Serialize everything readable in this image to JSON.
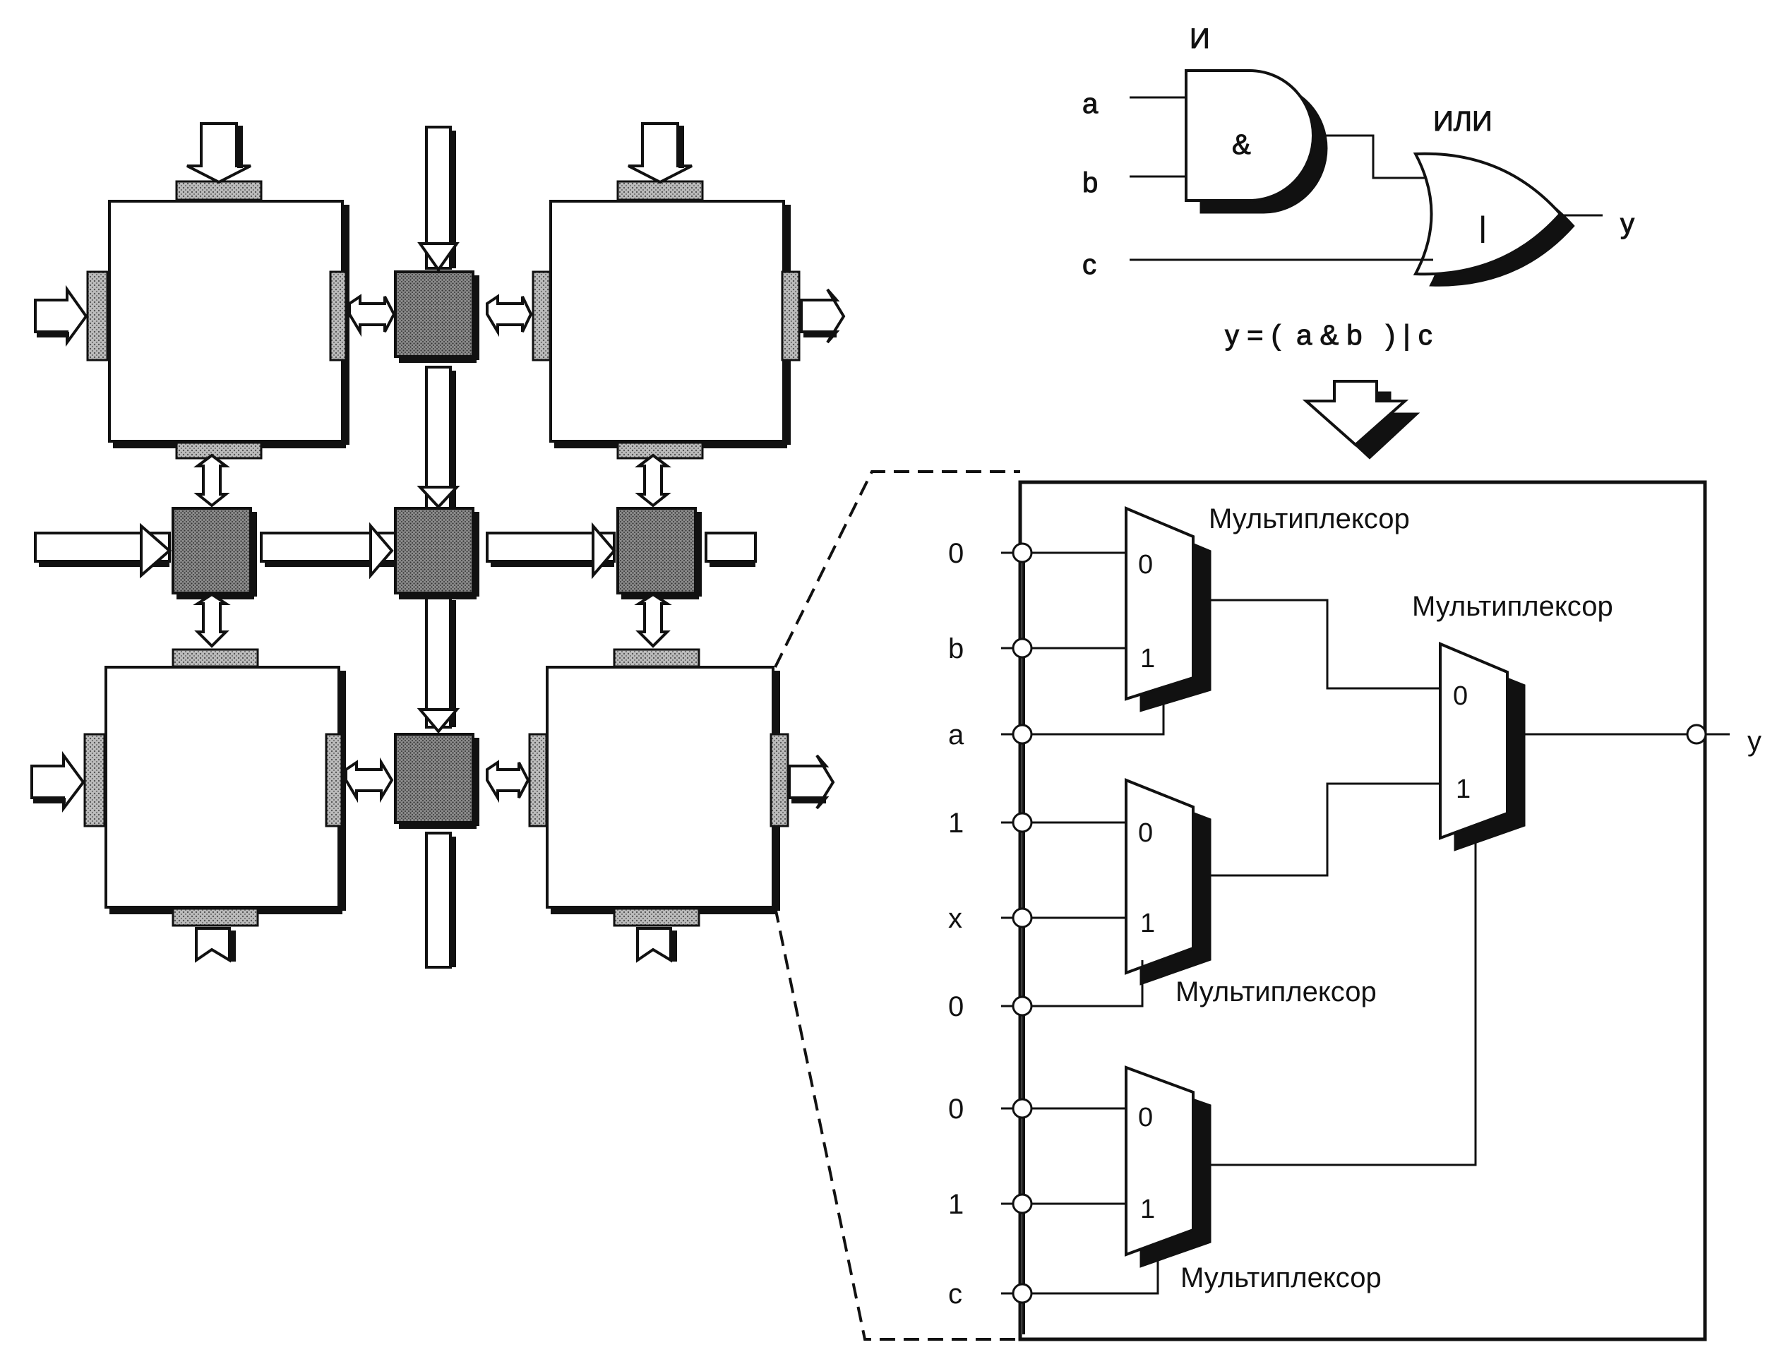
{
  "logic": {
    "and_title": "И",
    "and_symbol": "&",
    "or_title": "ИЛИ",
    "or_symbol": "|",
    "in_a": "a",
    "in_b": "b",
    "in_c": "c",
    "out_y": "y",
    "formula": "y = (  a & b   ) | c"
  },
  "lut": {
    "inputs": [
      "0",
      "b",
      "a",
      "1",
      "x",
      "0",
      "0",
      "1",
      "c"
    ],
    "output": "y",
    "mux_label": "Мультиплексор",
    "pin0": "0",
    "pin1": "1"
  },
  "colors": {
    "line": "#111111",
    "block_fill": "#ffffff",
    "switch_fill": "#9a9a9a",
    "port_fill": "#c8c8c8"
  }
}
